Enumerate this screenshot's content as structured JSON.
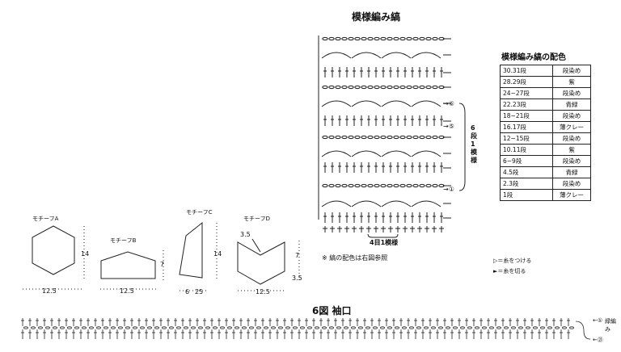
{
  "pattern": {
    "title": "模様編み縞",
    "repeat_label": "4目1模様",
    "note": "※ 縞の配色は右図参照",
    "stitch_group": "6段1模様",
    "markers": [
      "⑥",
      "⑤",
      "①"
    ]
  },
  "color_table": {
    "title": "模様編み縞の配色",
    "rows": [
      {
        "rows": "30.31段",
        "color": "段染め"
      },
      {
        "rows": "28.29段",
        "color": "紫"
      },
      {
        "rows": "24~27段",
        "color": "段染め"
      },
      {
        "rows": "22.23段",
        "color": "青緑"
      },
      {
        "rows": "18~21段",
        "color": "段染め"
      },
      {
        "rows": "16.17段",
        "color": "薄クレー"
      },
      {
        "rows": "12~15段",
        "color": "段染め"
      },
      {
        "rows": "10.11段",
        "color": "紫"
      },
      {
        "rows": "6~9段",
        "color": "段染め"
      },
      {
        "rows": "4.5段",
        "color": "青緑"
      },
      {
        "rows": "2.3段",
        "color": "段染め"
      },
      {
        "rows": "1段",
        "color": "薄クレー"
      }
    ]
  },
  "legend": {
    "attach": "▷＝糸をつける",
    "cut": "►＝糸を切る"
  },
  "motifs": {
    "a": {
      "label": "モチーフA",
      "height": "14",
      "width": "12.5"
    },
    "b": {
      "label": "モチーフB",
      "height": "7",
      "width": "12.5"
    },
    "c": {
      "label": "モチーフC",
      "height": "14",
      "left": "6",
      "width": "25"
    },
    "d": {
      "label": "モチーフD",
      "top": "3.5",
      "height": "7",
      "bottom": "3.5",
      "width": "12.5"
    }
  },
  "cuff": {
    "title": "6図 袖口",
    "label_green": "緑編み",
    "marker_1": "①",
    "marker_21": "㉑"
  }
}
